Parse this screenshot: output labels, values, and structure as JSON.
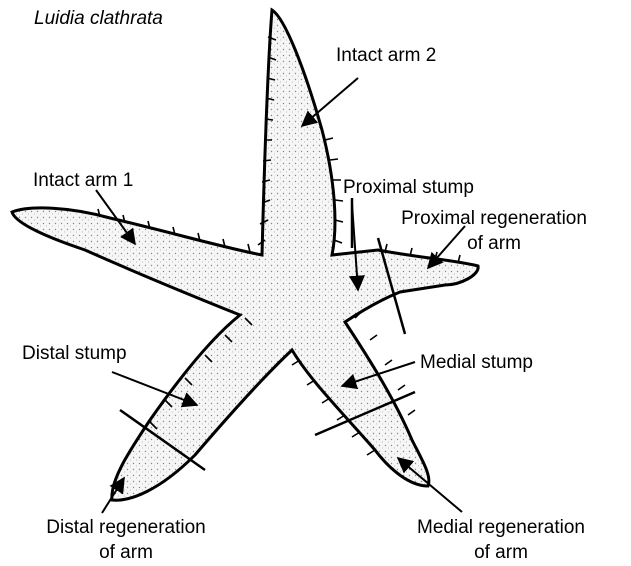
{
  "species": "Luidia clathrata",
  "labels": {
    "intact_arm_2": "Intact arm 2",
    "intact_arm_1": "Intact arm 1",
    "proximal_stump": "Proximal stump",
    "proximal_regeneration": [
      "Proximal regeneration",
      "of arm"
    ],
    "distal_stump": "Distal stump",
    "medial_stump": "Medial stump",
    "distal_regeneration": [
      "Distal regeneration",
      "of arm"
    ],
    "medial_regeneration": [
      "Medial regeneration",
      "of arm"
    ]
  },
  "colors": {
    "ink": "#000000",
    "body_fill": "#f4f4f4",
    "background": "#ffffff"
  }
}
